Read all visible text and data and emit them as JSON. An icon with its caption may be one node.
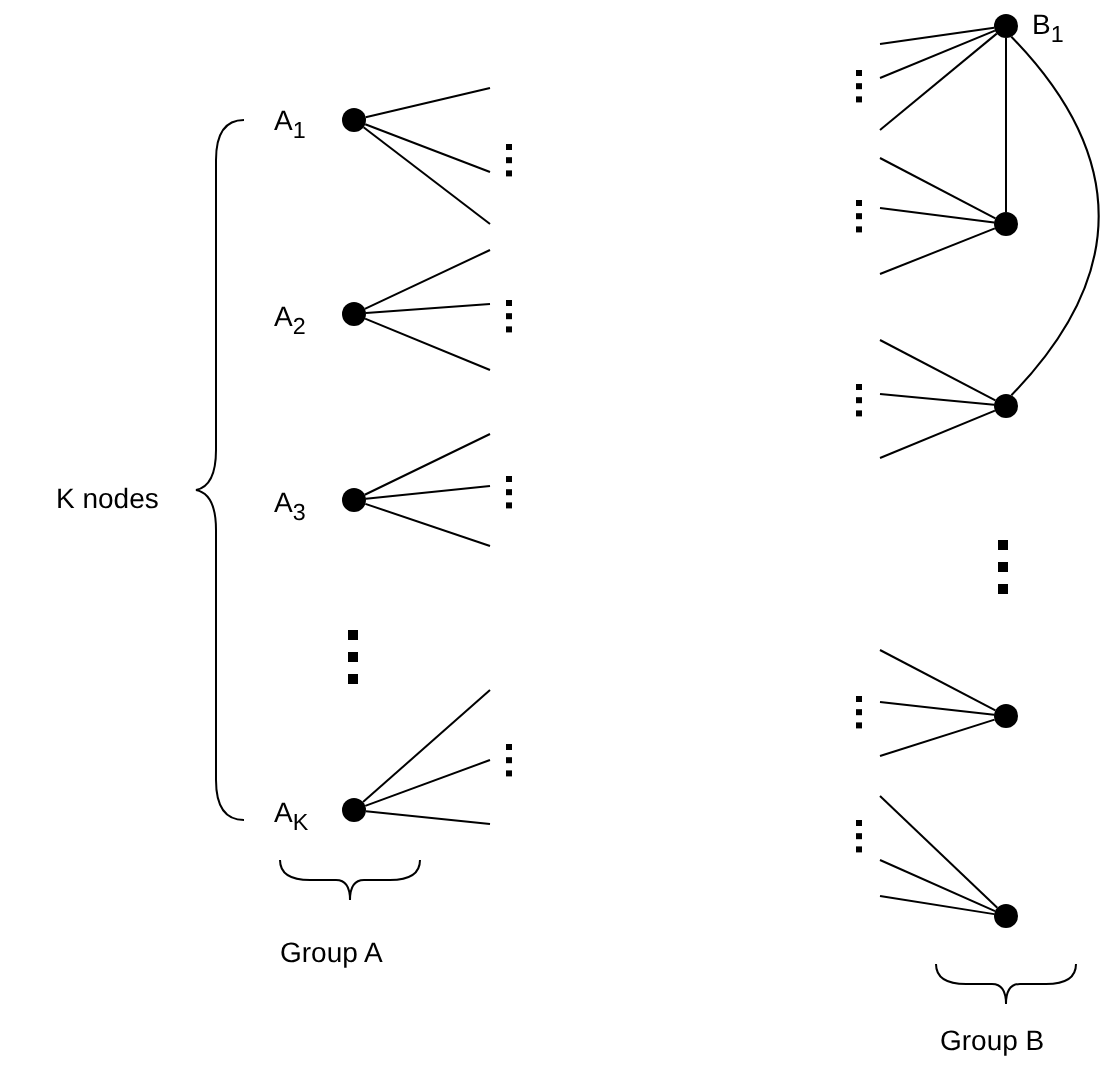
{
  "diagram": {
    "nodes": [
      {
        "text": [],
        "shape": "circle",
        "beside": [
          "A$_{1}$"
        ]
      },
      {
        "text": [],
        "shape": "circle",
        "beside": [
          "A$_{2}$"
        ]
      },
      {
        "text": [],
        "shape": "circle",
        "beside": [
          "A$_{3}$"
        ]
      },
      {
        "text": [],
        "shape": "circle",
        "beside": [
          "A$_{K}$"
        ]
      },
      {
        "text": [],
        "shape": "circle",
        "beside": [
          "B$_{1}$"
        ]
      },
      {
        "text": [],
        "shape": "circle"
      },
      {
        "text": [],
        "shape": "circle"
      },
      {
        "text": [],
        "shape": "circle"
      },
      {
        "text": [],
        "shape": "circle"
      }
    ],
    "edges": [
      {
        "from": 0,
        "to": null,
        "arrow": "none"
      },
      {
        "from": 0,
        "to": null,
        "arrow": "none"
      },
      {
        "from": 0,
        "to": null,
        "arrow": "none"
      },
      {
        "from": 1,
        "to": null,
        "arrow": "none"
      },
      {
        "from": 1,
        "to": null,
        "arrow": "none"
      },
      {
        "from": 1,
        "to": null,
        "arrow": "none"
      },
      {
        "from": 2,
        "to": null,
        "arrow": "none"
      },
      {
        "from": 2,
        "to": null,
        "arrow": "none"
      },
      {
        "from": 2,
        "to": null,
        "arrow": "none"
      },
      {
        "from": 3,
        "to": null,
        "arrow": "none"
      },
      {
        "from": 3,
        "to": null,
        "arrow": "none"
      },
      {
        "from": 3,
        "to": null,
        "arrow": "none"
      },
      {
        "from": null,
        "to": 4,
        "arrow": "none"
      },
      {
        "from": null,
        "to": 4,
        "arrow": "none"
      },
      {
        "from": null,
        "to": 4,
        "arrow": "none"
      },
      {
        "from": 4,
        "to": 5,
        "arrow": "none"
      },
      {
        "from": 4,
        "to": 6,
        "arrow": "none"
      },
      {
        "from": null,
        "to": 5,
        "arrow": "none"
      },
      {
        "from": null,
        "to": 5,
        "arrow": "none"
      },
      {
        "from": null,
        "to": 5,
        "arrow": "none"
      },
      {
        "from": null,
        "to": 6,
        "arrow": "none"
      },
      {
        "from": null,
        "to": 6,
        "arrow": "none"
      },
      {
        "from": null,
        "to": 6,
        "arrow": "none"
      },
      {
        "from": null,
        "to": 7,
        "arrow": "none"
      },
      {
        "from": null,
        "to": 7,
        "arrow": "none"
      },
      {
        "from": null,
        "to": 7,
        "arrow": "none"
      },
      {
        "from": null,
        "to": 8,
        "arrow": "none"
      },
      {
        "from": null,
        "to": 8,
        "arrow": "none"
      },
      {
        "from": null,
        "to": 8,
        "arrow": "none"
      }
    ],
    "labels": [
      "K nodes",
      "Group A",
      "Group B"
    ]
  }
}
